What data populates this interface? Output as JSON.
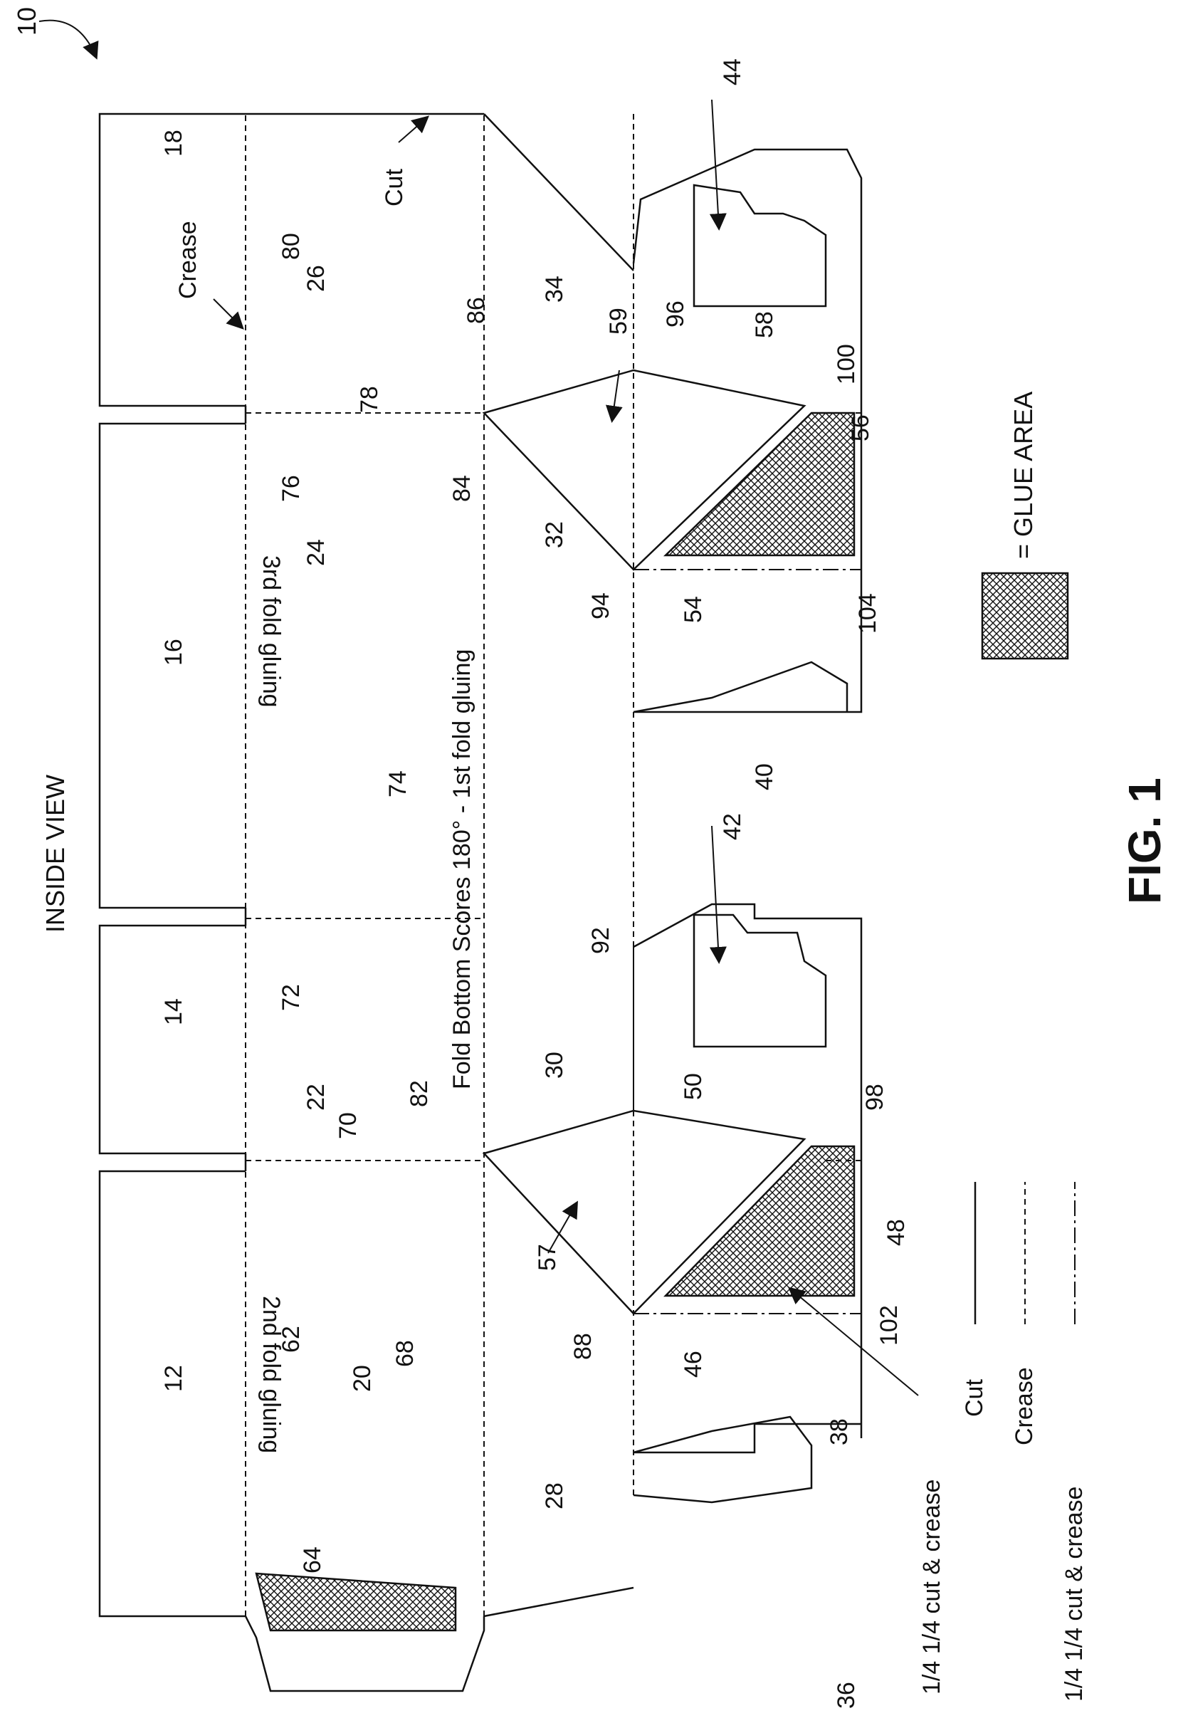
{
  "figure": {
    "figure_label": "FIG. 1",
    "view_title": "INSIDE VIEW",
    "ref_main": "10"
  },
  "panel_numbers": [
    "12",
    "14",
    "16",
    "18",
    "20",
    "22",
    "24",
    "26",
    "28",
    "30",
    "32",
    "34",
    "46",
    "50",
    "54",
    "58",
    "40",
    "38",
    "36",
    "44",
    "42"
  ],
  "ref_numbers": [
    "62",
    "64",
    "68",
    "70",
    "72",
    "74",
    "76",
    "78",
    "80",
    "82",
    "84",
    "86",
    "88",
    "92",
    "94",
    "96",
    "98",
    "100",
    "102",
    "104",
    "48",
    "56",
    "57",
    "59"
  ],
  "annotations": {
    "crease": "Crease",
    "cut": "Cut",
    "third_fold": "3rd fold gluing",
    "second_fold": "2nd fold gluing",
    "fold_bottom": "Fold Bottom Scores 180° - 1st fold gluing",
    "quarter_cut_crease": "1/4 1/4 cut & crease"
  },
  "legend": {
    "cut": "Cut",
    "crease": "Crease",
    "cut_crease": "1/4 1/4 cut & crease",
    "glue_area": "= GLUE AREA"
  },
  "colors": {
    "line": "#111111",
    "background": "#ffffff"
  }
}
